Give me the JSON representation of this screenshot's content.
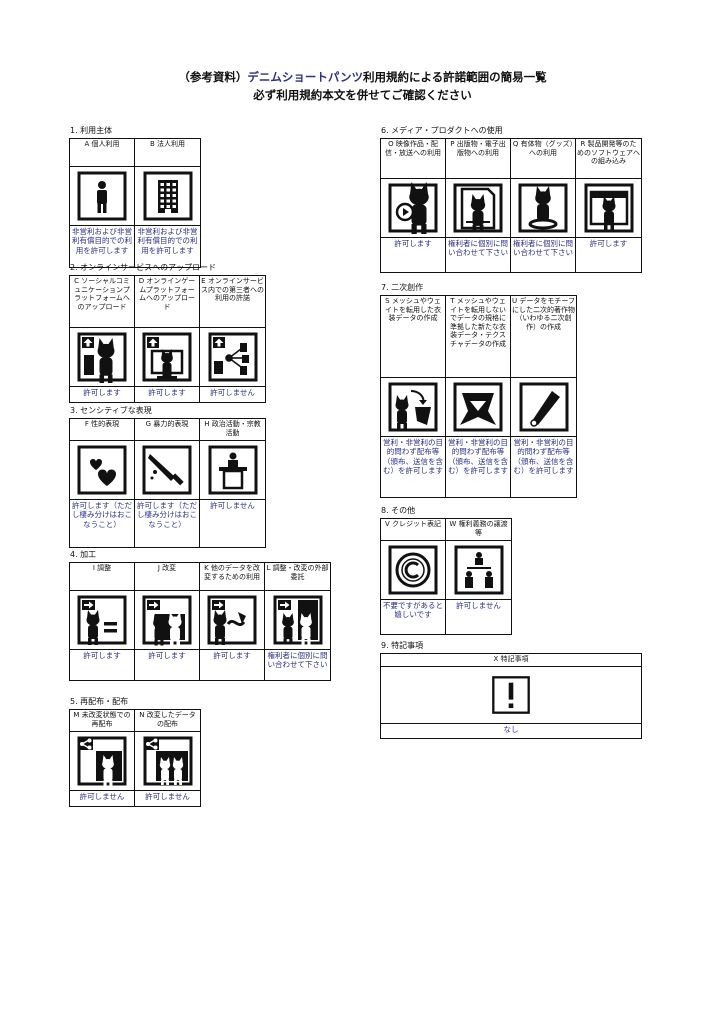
{
  "title": {
    "line1_prefix": "（参考資料）",
    "line1_accent": "デニムショートパンツ",
    "line1_suffix": "利用規約による許諾範囲の簡易一覧",
    "line2": "必ず利用規約本文を併せてご確認ください"
  },
  "sections": {
    "s1": {
      "title": "1. 利用主体",
      "items": [
        {
          "header": "A 個人利用",
          "icon": "person-icon",
          "perm": "非営利および非営利有償目的での利用を許可します"
        },
        {
          "header": "B 法人利用",
          "icon": "building-icon",
          "perm": "非営利および非営利有償目的での利用を許可します"
        }
      ]
    },
    "s2": {
      "title": "2. オンラインサービスへのアップロード",
      "items": [
        {
          "header": "C ソーシャルコミュニケーションプラットフォームへのアップロード",
          "icon": "social-upload-icon",
          "perm": "許可します"
        },
        {
          "header": "D オンラインゲームプラットフォームへのアップロード",
          "icon": "game-upload-icon",
          "perm": "許可します"
        },
        {
          "header": "E オンラインサービス内での第三者への利用の許諾",
          "icon": "share-upload-icon",
          "perm": "許可しません"
        }
      ]
    },
    "s3": {
      "title": "3. センシティブな表現",
      "items": [
        {
          "header": "F 性的表現",
          "icon": "hearts-icon",
          "perm": "許可します（ただし棲み分けはおこなうこと）"
        },
        {
          "header": "G 暴力的表現",
          "icon": "knife-icon",
          "perm": "許可します（ただし棲み分けはおこなうこと）"
        },
        {
          "header": "H 政治活動・宗教活動",
          "icon": "podium-icon",
          "perm": "許可しません"
        }
      ]
    },
    "s4": {
      "title": "4. 加工",
      "items": [
        {
          "header": "I 調整",
          "icon": "adjust-icon",
          "perm": "許可します"
        },
        {
          "header": "J 改変",
          "icon": "modify-icon",
          "perm": "許可します"
        },
        {
          "header": "K 他のデータを改変するための利用",
          "icon": "other-data-icon",
          "perm": "許可します"
        },
        {
          "header": "L 調整・改変の外部委託",
          "icon": "outsourcing-icon",
          "perm": "権利者に個別に問い合わせて下さい"
        }
      ]
    },
    "s5": {
      "title": "5. 再配布・配布",
      "items": [
        {
          "header": "M 未改変状態での再配布",
          "icon": "redistribute-icon",
          "perm": "許可しません"
        },
        {
          "header": "N 改変したデータの配布",
          "icon": "distribute-modified-icon",
          "perm": "許可しません"
        }
      ]
    },
    "s6": {
      "title": "6. メディア・プロダクトへの使用",
      "items": [
        {
          "header": "O 映像作品・配信・放送への利用",
          "icon": "video-icon",
          "perm": "許可します"
        },
        {
          "header": "P 出版物・電子出版物への利用",
          "icon": "publication-icon",
          "perm": "権利者に個別に問い合わせて下さい"
        },
        {
          "header": "Q 有体物（グッズ）への利用",
          "icon": "figure-icon",
          "perm": "権利者に個別に問い合わせて下さい"
        },
        {
          "header": "R 製品開発等のためのソフトウェアへの組み込み",
          "icon": "software-icon",
          "perm": "許可します"
        }
      ]
    },
    "s7": {
      "title": "7. 二次創作",
      "items": [
        {
          "header": "S メッシュやウェイトを転用した衣装データの作成",
          "icon": "mesh-reuse-icon",
          "perm": "営利・非営利の目的問わず配布等（頒布、送信を含む）を許可します"
        },
        {
          "header": "T メッシュやウェイトを転用しないでデータの規格に準拠した新たな衣装データ・テクスチャデータの作成",
          "icon": "new-outfit-icon",
          "perm": "営利・非営利の目的問わず配布等（頒布、送信を含む）を許可します"
        },
        {
          "header": "U データをモチーフにした二次的著作物（いわゆる二次創作）の作成",
          "icon": "pen-icon",
          "perm": "営利・非営利の目的問わず配布等（頒布、送信を含む）を許可します"
        }
      ]
    },
    "s8": {
      "title": "8. その他",
      "items": [
        {
          "header": "V クレジット表記",
          "icon": "copyright-icon",
          "perm": "不要ですがあると嬉しいです"
        },
        {
          "header": "W 権利義務の譲渡等",
          "icon": "rights-transfer-icon",
          "perm": "許可しません"
        }
      ]
    },
    "s9": {
      "title": "9. 特記事項",
      "items": [
        {
          "header": "X 特記事項",
          "icon": "exclamation-icon",
          "perm": "なし"
        }
      ]
    }
  }
}
